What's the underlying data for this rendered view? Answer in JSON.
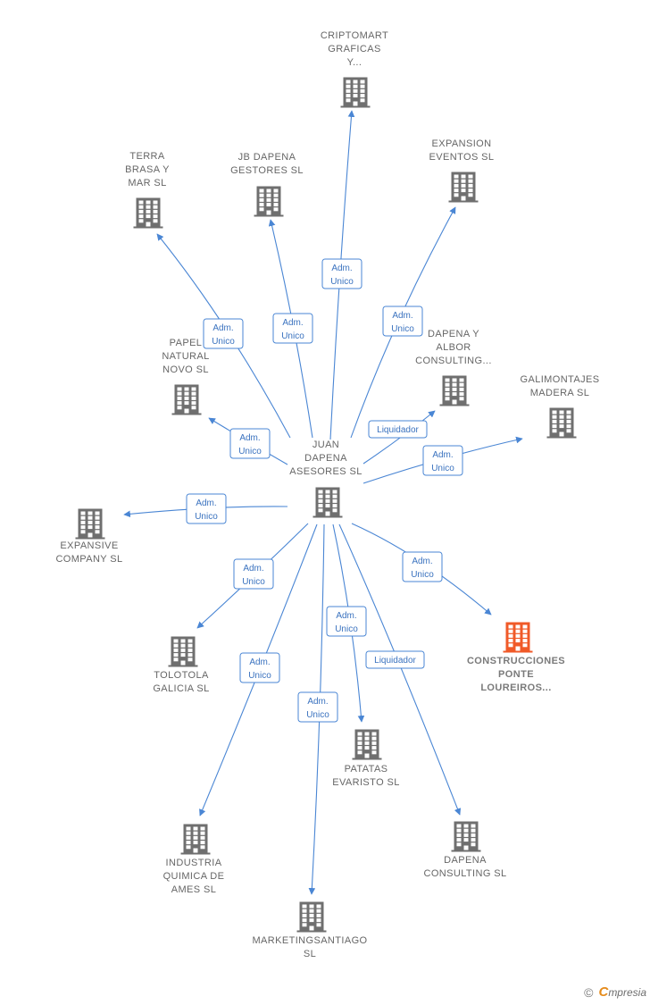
{
  "colors": {
    "edge": "#4a86d4",
    "building": "#6f6f6f",
    "highlight": "#f05a28"
  },
  "center": {
    "id": "center",
    "lines": [
      "JUAN",
      "DAPENA",
      "ASESORES  SL"
    ]
  },
  "nodes": [
    {
      "id": "cripto",
      "lines": [
        "CRIPTOMART",
        "GRAFICAS",
        "Y..."
      ]
    },
    {
      "id": "terra",
      "lines": [
        "TERRA",
        "BRASA Y",
        "MAR  SL"
      ]
    },
    {
      "id": "jb",
      "lines": [
        "JB DAPENA",
        "GESTORES  SL"
      ]
    },
    {
      "id": "expansion",
      "lines": [
        "EXPANSION",
        "EVENTOS  SL"
      ]
    },
    {
      "id": "papel",
      "lines": [
        "PAPEL",
        "NATURAL",
        "NOVO  SL"
      ]
    },
    {
      "id": "albor",
      "lines": [
        "DAPENA Y",
        "ALBOR",
        "CONSULTING..."
      ]
    },
    {
      "id": "galimontajes",
      "lines": [
        "GALIMONTAJES",
        "MADERA  SL"
      ]
    },
    {
      "id": "expansive",
      "lines": [
        "EXPANSIVE",
        "COMPANY  SL"
      ]
    },
    {
      "id": "tolotola",
      "lines": [
        "TOLOTOLA",
        "GALICIA  SL"
      ]
    },
    {
      "id": "construcciones",
      "lines": [
        "CONSTRUCCIONES",
        "PONTE",
        "LOUREIROS..."
      ],
      "highlight": true
    },
    {
      "id": "patatas",
      "lines": [
        "PATATAS",
        "EVARISTO  SL"
      ]
    },
    {
      "id": "industria",
      "lines": [
        "INDUSTRIA",
        "QUIMICA DE",
        "AMES  SL"
      ]
    },
    {
      "id": "dapenacons",
      "lines": [
        "DAPENA",
        "CONSULTING SL"
      ]
    },
    {
      "id": "marketing",
      "lines": [
        "MARKETINGSANTIAGO",
        "SL"
      ]
    }
  ],
  "edges": [
    {
      "to": "cripto",
      "label": [
        "Adm.",
        "Unico"
      ]
    },
    {
      "to": "terra",
      "label": [
        "Adm.",
        "Unico"
      ]
    },
    {
      "to": "jb",
      "label": [
        "Adm.",
        "Unico"
      ]
    },
    {
      "to": "expansion",
      "label": [
        "Adm.",
        "Unico"
      ]
    },
    {
      "to": "papel",
      "label": [
        "Adm.",
        "Unico"
      ]
    },
    {
      "to": "albor",
      "label": [
        "Liquidador"
      ]
    },
    {
      "to": "galimontajes",
      "label": [
        "Adm.",
        "Unico"
      ]
    },
    {
      "to": "expansive",
      "label": [
        "Adm.",
        "Unico"
      ]
    },
    {
      "to": "tolotola",
      "label": [
        "Adm.",
        "Unico"
      ]
    },
    {
      "to": "construcciones",
      "label": [
        "Adm.",
        "Unico"
      ]
    },
    {
      "to": "patatas",
      "label": [
        "Adm.",
        "Unico"
      ]
    },
    {
      "to": "industria",
      "label": [
        "Adm.",
        "Unico"
      ]
    },
    {
      "to": "dapenacons",
      "label": [
        "Liquidador"
      ]
    },
    {
      "to": "marketing",
      "label": [
        "Adm.",
        "Unico"
      ]
    }
  ],
  "footer": {
    "copyright": "©",
    "brand_first": "C",
    "brand_rest": "mpresia"
  }
}
